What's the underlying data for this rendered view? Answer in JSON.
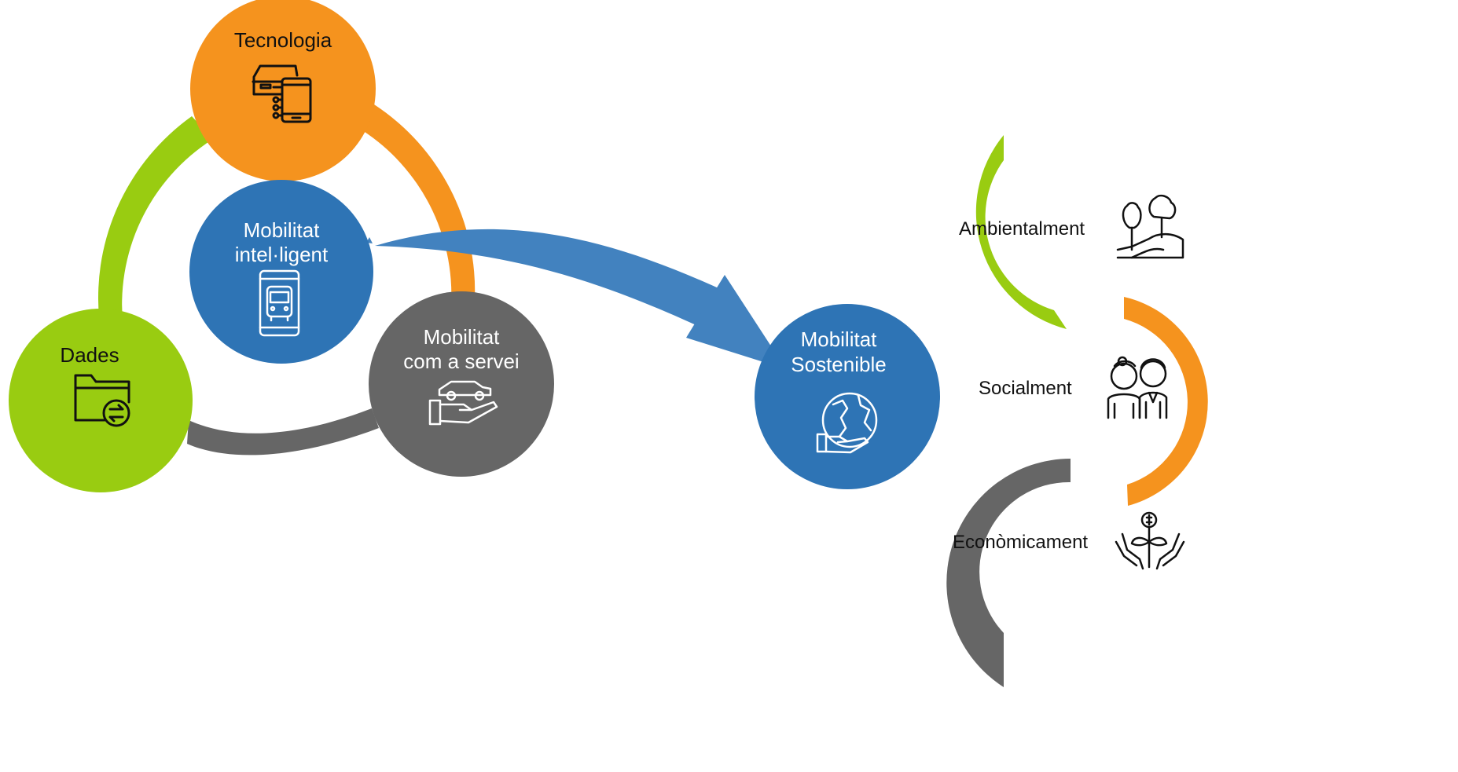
{
  "colors": {
    "green": "#99CC11",
    "orange": "#F5931E",
    "gray": "#666666",
    "blue": "#2E74B5",
    "arrow": "#4282BF",
    "white": "#FFFFFF",
    "dark": "#111111"
  },
  "nodes": {
    "tecnologia": {
      "label": "Tecnologia",
      "icon": "car-smartphone-icon"
    },
    "dades": {
      "label": "Dades",
      "icon": "folder-transfer-icon"
    },
    "servei": {
      "line1": "Mobilitat",
      "line2": "com a servei",
      "icon": "car-on-hand-icon"
    },
    "intelligent": {
      "line1": "Mobilitat",
      "line2": "intel·ligent",
      "icon": "phone-bus-icon"
    },
    "sostenible": {
      "line1": "Mobilitat",
      "line2": "Sostenible",
      "icon": "globe-in-hand-icon"
    }
  },
  "pillars": [
    {
      "label": "Ambientalment",
      "icon": "trees-landscape-icon"
    },
    {
      "label": "Socialment",
      "icon": "people-couple-icon"
    },
    {
      "label": "Econòmicament",
      "icon": "plant-coin-hands-icon"
    }
  ]
}
